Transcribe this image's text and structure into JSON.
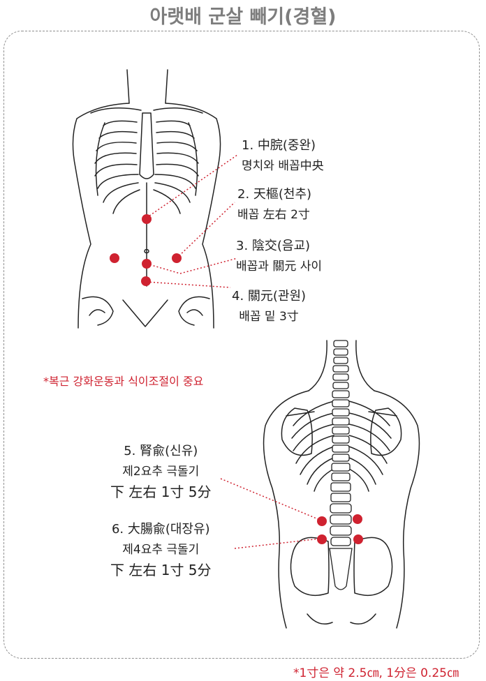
{
  "title": "아랫배 군살 빼기(경혈)",
  "points": [
    {
      "line1": "1. 中脘(중완)",
      "line2": "명치와 배꼽中央"
    },
    {
      "line1": "2. 天樞(천추)",
      "line2": "배꼽 左右 2寸"
    },
    {
      "line1": "3. 陰交(음교)",
      "line2": "배꼽과 關元 사이"
    },
    {
      "line1": "4. 關元(관원)",
      "line2": "배꼽 밑 3寸"
    },
    {
      "line1": "5. 腎兪(신유)",
      "line2": "제2요추 극돌기",
      "line3": "下 左右 1寸 5分"
    },
    {
      "line1": "6. 大腸兪(대장유)",
      "line2": "제4요추 극돌기",
      "line3": "下 左右 1寸 5分"
    }
  ],
  "note": "*복근 강화운동과 식이조절이 중요",
  "footnote": "*1寸은 약 2.5㎝, 1分은 0.25㎝",
  "colors": {
    "accent": "#cf2230",
    "title": "#7d7d7d",
    "line": "#222222"
  }
}
